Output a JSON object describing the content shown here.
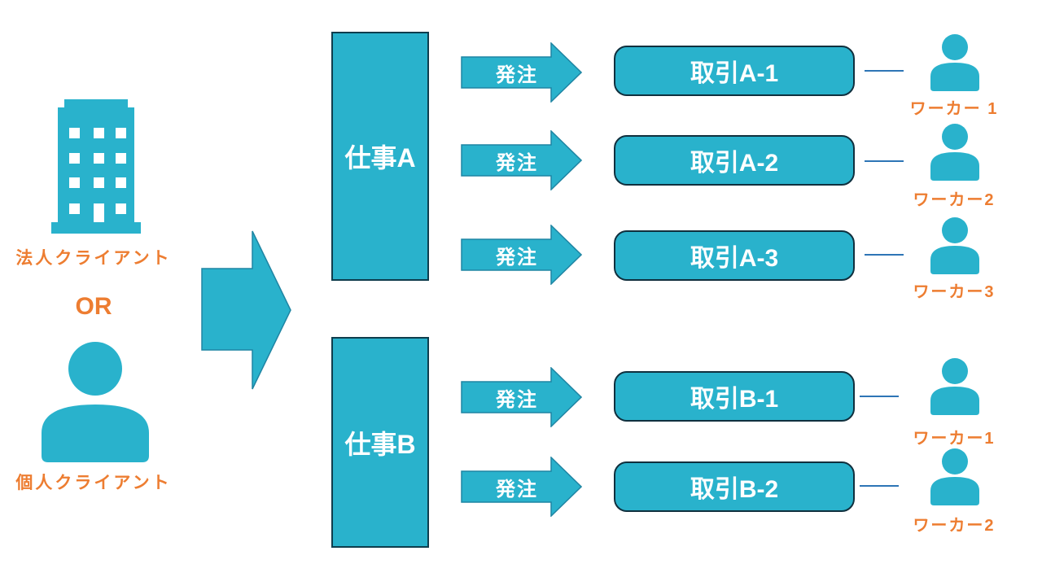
{
  "colors": {
    "shape_teal": "#29B2CC",
    "shape_border_dark": "#10303E",
    "arrow_border": "#1F85A3",
    "accent_orange": "#ED7D31",
    "connector_blue": "#2E75B6",
    "text_white": "#FFFFFF"
  },
  "clients": {
    "corporate_label": "法人クライアント",
    "or_label": "OR",
    "individual_label": "個人クライアント"
  },
  "jobs": {
    "a": "仕事A",
    "b": "仕事B"
  },
  "order_arrow_label": "発注",
  "rows": [
    {
      "transaction": "取引A-1",
      "worker": "ワーカー 1"
    },
    {
      "transaction": "取引A-2",
      "worker": "ワーカー2"
    },
    {
      "transaction": "取引A-3",
      "worker": "ワーカー3"
    },
    {
      "transaction": "取引B-1",
      "worker": "ワーカー1"
    },
    {
      "transaction": "取引B-2",
      "worker": "ワーカー2"
    }
  ],
  "icons": {
    "building": "building-icon",
    "person": "person-icon",
    "big_right_arrow": "arrow-right-icon",
    "order_arrow": "order-arrow-icon",
    "worker": "worker-icon"
  }
}
